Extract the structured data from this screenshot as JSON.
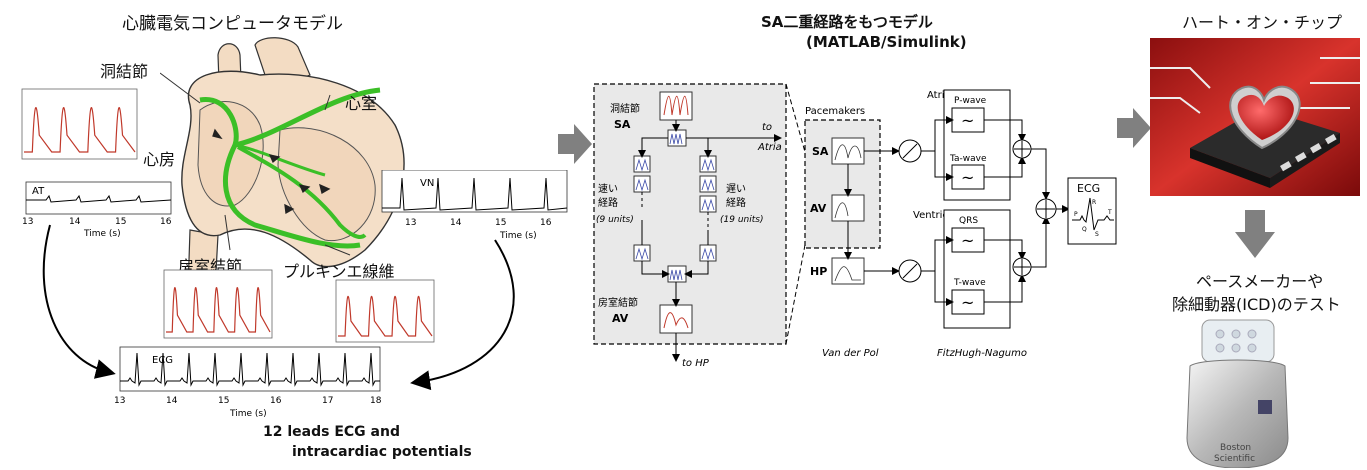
{
  "left": {
    "title": "心臓電気コンピュータモデル",
    "labels": {
      "sa_node": "洞結節",
      "ventricle": "心室",
      "atrium": "心房",
      "av_node": "房室結節",
      "purkinje": "プルキンエ線維"
    },
    "at_trace": {
      "label": "AT",
      "ticks": [
        "13",
        "14",
        "15",
        "16"
      ],
      "xlabel": "Time (s)"
    },
    "vn_trace": {
      "label": "VN",
      "ticks": [
        "13",
        "14",
        "15",
        "16"
      ],
      "xlabel": "Time (s)"
    },
    "ecg_trace": {
      "label": "ECG",
      "ticks": [
        "13",
        "14",
        "15",
        "16",
        "17",
        "18"
      ],
      "xlabel": "Time (s)"
    },
    "caption_line1": "12 leads ECG and",
    "caption_line2": "intracardiac potentials"
  },
  "middle": {
    "title_line1": "SA二重経路をもつモデル",
    "title_line2": "(MATLAB/Simulink)",
    "sa_jp": "洞結節",
    "sa": "SA",
    "fast_path_line1": "速い",
    "fast_path_line2": "経路",
    "fast_units": "(9 units)",
    "slow_path_line1": "遅い",
    "slow_path_line2": "経路",
    "slow_units": "(19 units)",
    "av_jp": "房室結節",
    "av": "AV",
    "to_atria_line1": "to",
    "to_atria_line2": "Atria",
    "to_hp": "to HP",
    "pacemakers": "Pacemakers",
    "pm_sa": "SA",
    "pm_av": "AV",
    "pm_hp": "HP",
    "atria": "Atria",
    "ventricles": "Ventricles",
    "p_wave": "P-wave",
    "ta_wave": "Ta-wave",
    "qrs": "QRS",
    "t_wave": "T-wave",
    "ecg": "ECG",
    "ecg_p": "P",
    "ecg_q": "Q",
    "ecg_r": "R",
    "ecg_s": "S",
    "ecg_t": "T",
    "van_der_pol": "Van der Pol",
    "fitzhugh": "FitzHugh-Nagumo"
  },
  "right": {
    "title": "ハート・オン・チップ",
    "test_line1": "ペースメーカーや",
    "test_line2": "除細動器(ICD)のテスト",
    "device_brand_line1": "Boston",
    "device_brand_line2": "Scientific"
  }
}
